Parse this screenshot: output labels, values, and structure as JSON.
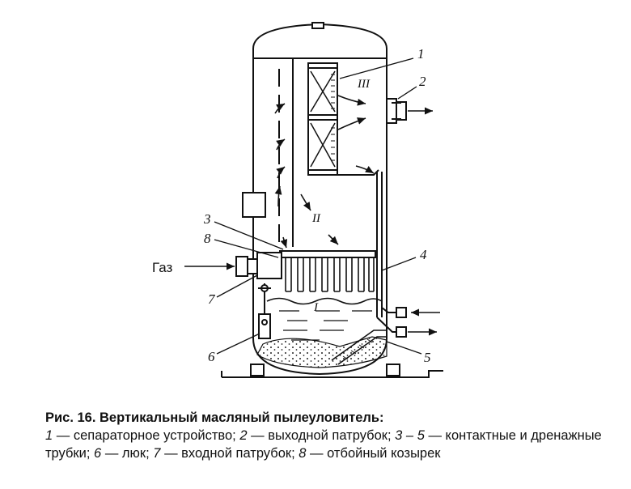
{
  "figure": {
    "gas_label": "Газ",
    "callouts": [
      "1",
      "2",
      "3",
      "4",
      "5",
      "6",
      "7",
      "8"
    ],
    "zones": [
      "I",
      "II",
      "III"
    ]
  },
  "caption": {
    "title": "Рис. 16. Вертикальный масляный пылеуловитель:",
    "items": [
      {
        "num": "1",
        "text": " — сепараторное устройство; "
      },
      {
        "num": "2",
        "text": " — выходной патрубок; "
      },
      {
        "num": "3 – 5",
        "text": " — контактные и дренажные трубки; "
      },
      {
        "num": "6",
        "text": " — люк; "
      },
      {
        "num": "7",
        "text": " — входной патрубок; "
      },
      {
        "num": "8",
        "text": " — отбойный козырек"
      }
    ]
  }
}
